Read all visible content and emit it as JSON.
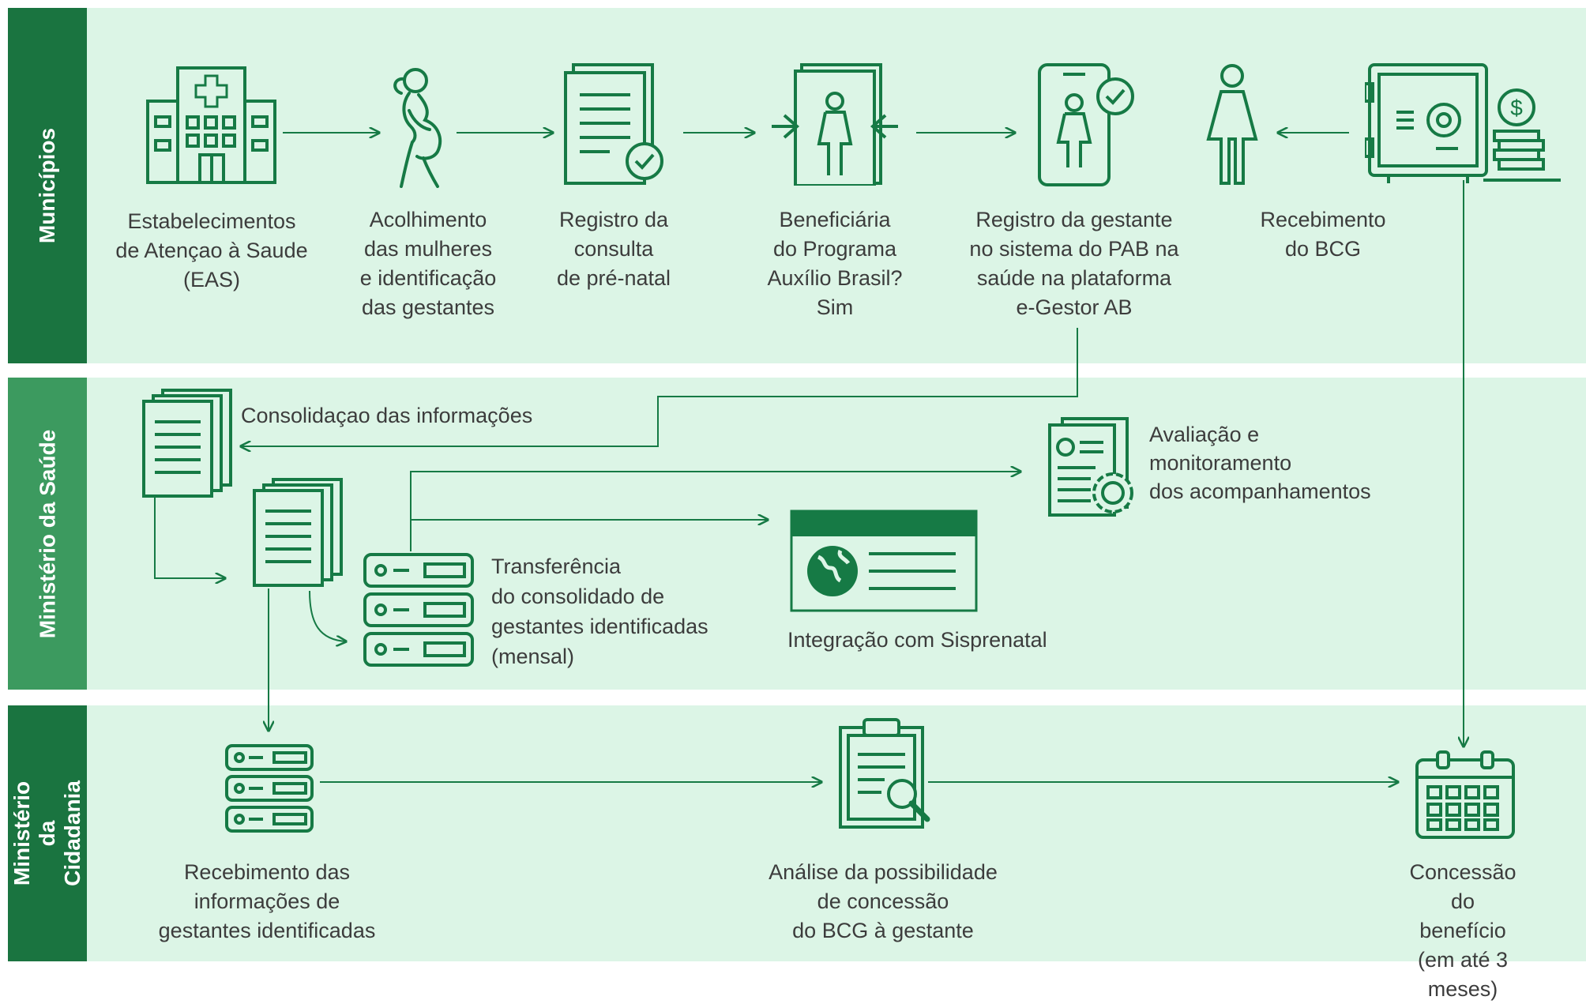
{
  "colors": {
    "accent": "#167a45",
    "lane_label_dark": "#1a7440",
    "lane_label_mid": "#3c9a5f",
    "lane_bg": "#dcf5e6"
  },
  "lanes": {
    "municipios": "Municípios",
    "ministerio_saude": "Ministério da Saúde",
    "ministerio_cidadania": "Ministério\nda Cidadania"
  },
  "municipios": {
    "eas": "Estabelecimentos\nde Atençao à Saude\n(EAS)",
    "acolhimento": "Acolhimento\ndas mulheres\ne identificação\ndas gestantes",
    "registro_consulta": "Registro da\nconsulta\nde pré-natal",
    "beneficiaria": "Beneficiária\ndo Programa\nAuxílio Brasil?\nSim",
    "registro_gestante": "Registro da gestante\nno sistema do PAB na\nsaúde na plataforma\ne-Gestor AB",
    "recebimento_bcg": "Recebimento\ndo BCG"
  },
  "saude": {
    "consolidacao": "Consolidaçao das informações",
    "avaliacao": "Avaliação e\nmonitoramento\ndos acompanhamentos",
    "transferencia": "Transferência\ndo consolidado de\ngestantes identificadas\n(mensal)",
    "integracao": "Integração com Sisprenatal"
  },
  "cidadania": {
    "recebimento_info": "Recebimento das\ninformações de\ngestantes identificadas",
    "analise": "Análise da possibilidade\nde concessão\ndo BCG à gestante",
    "concessao": "Concessão do\nbenefício\n(em até 3 meses)"
  },
  "icons": {
    "eas": "hospital-icon",
    "acolhimento": "pregnant-woman-icon",
    "registro_consulta": "document-check-icon",
    "beneficiaria": "woman-selection-icon",
    "registro_gestante": "phone-woman-check-icon",
    "recebimento_bcg": "woman-icon",
    "cofre": "safe-money-icon",
    "consolidacao": "documents-stack-icon",
    "documentos2": "documents-stack-icon",
    "servidor_saude": "server-icon",
    "avaliacao": "document-gear-icon",
    "integracao": "web-globe-icon",
    "servidor_cidadania": "server-icon",
    "analise": "clipboard-search-icon",
    "concessao": "calendar-icon"
  }
}
